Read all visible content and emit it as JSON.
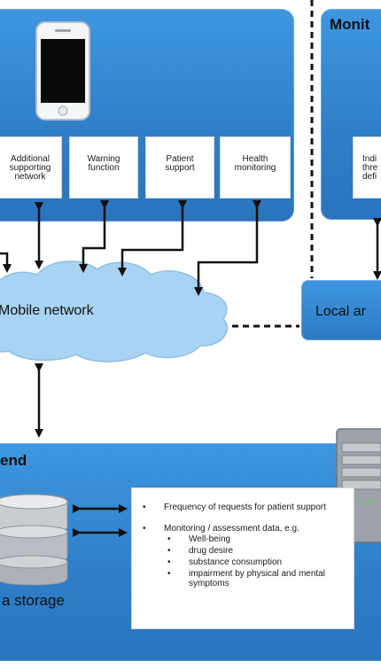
{
  "mobile_panel": {
    "functions": [
      "Additional\nsupporting\nnetwork",
      "Warning\nfunction",
      "Patient\nsupport",
      "Health\nmonitoring"
    ]
  },
  "monitoring_panel": {
    "title_fragment": "Monit",
    "box_fragment": "Indi\nthre\ndefi"
  },
  "cloud": {
    "label": "Mobile network"
  },
  "local_area": {
    "label_fragment": "Local ar"
  },
  "backend": {
    "title_fragment": "end",
    "storage_label_fragment": "a storage",
    "info": {
      "items": [
        "Frequency of requests for patient support",
        "Monitoring / assessment data, e.g."
      ],
      "subitems": [
        "Well-being",
        "drug desire",
        "substance consumption",
        "impairment by physical and mental symptoms"
      ]
    }
  },
  "colors": {
    "panel_blue": "#3a8fd8",
    "arrow": "#111111",
    "cloud_fill": "#a9d3f2"
  }
}
